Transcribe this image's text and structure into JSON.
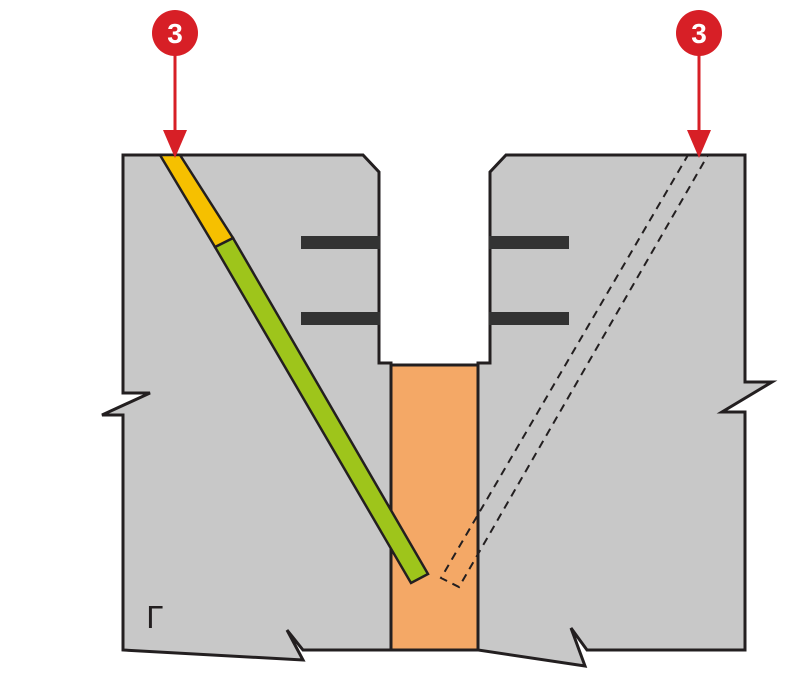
{
  "callouts": [
    {
      "number": "3",
      "color": "#d71f26"
    },
    {
      "number": "3",
      "color": "#d71f26"
    }
  ],
  "corner_mark": "Г",
  "colors": {
    "concrete": "#c8c8c8",
    "outline": "#231f20",
    "joint_fill": "#f4a866",
    "rod_top": "#f6c000",
    "rod_body": "#9ec51b",
    "bar": "#333333",
    "arrow": "#d71f26"
  }
}
